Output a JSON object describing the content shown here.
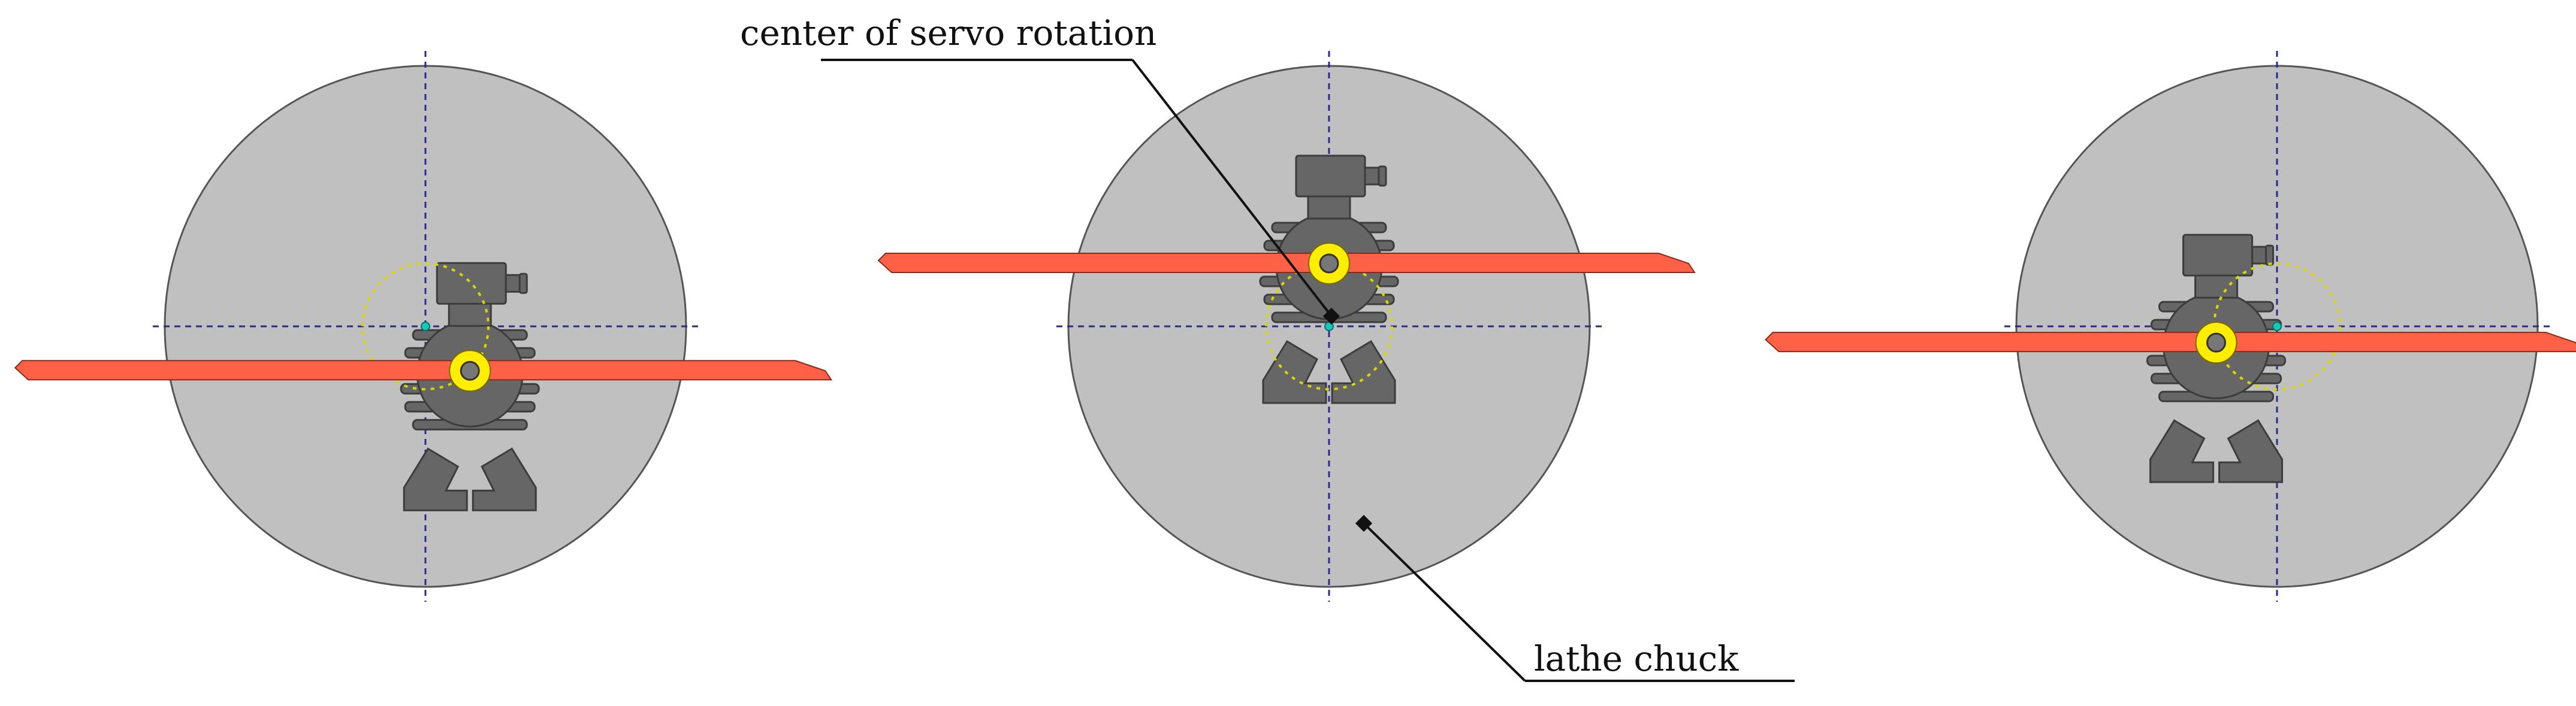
{
  "annotations": {
    "servo_center_label": "center of servo rotation",
    "chuck_label": "lathe chuck"
  },
  "panels": [
    {
      "name": "panel-left",
      "servo_angle_deg": 45
    },
    {
      "name": "panel-center",
      "servo_angle_deg": -90
    },
    {
      "name": "panel-right",
      "servo_angle_deg": 165
    }
  ],
  "colors": {
    "chuck_fill": "#c0c0c0",
    "chuck_stroke": "#555555",
    "motor_fill": "#666666",
    "motor_stroke": "#3c3c3c",
    "cutter_fill": "#ff6146",
    "cutter_stroke": "#8a2a18",
    "hub_fill": "#ffee00",
    "axis_line": "#2a2a8c",
    "rotation_circle": "#d8d800",
    "center_dot": "#15c9b8",
    "leader_line": "#111111"
  }
}
